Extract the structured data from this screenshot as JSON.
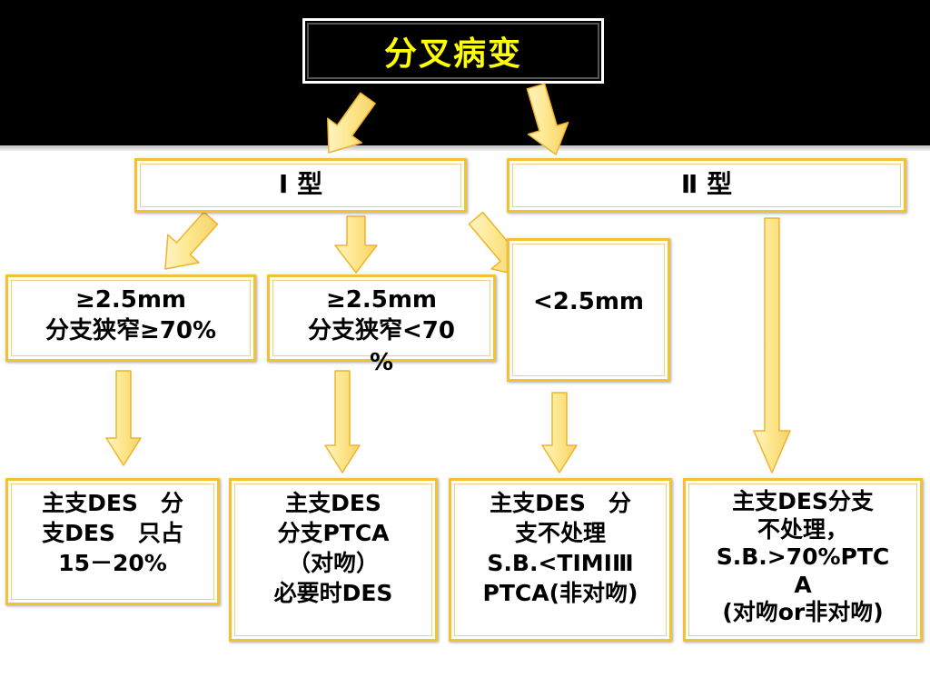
{
  "title": "分叉病变",
  "types": {
    "type1": "Ⅰ 型",
    "type2": "Ⅱ 型"
  },
  "criteria": [
    {
      "lines": [
        "≥2.5mm",
        "分支狭窄≥70%"
      ]
    },
    {
      "lines": [
        "≥2.5mm",
        "分支狭窄<70",
        "%"
      ]
    },
    {
      "lines": [
        "<2.5mm"
      ]
    }
  ],
  "treatments": [
    {
      "lines": [
        "主支DES　分",
        "支DES　只占",
        "15－20%"
      ]
    },
    {
      "lines": [
        "主支DES",
        "分支PTCA",
        "（对吻）",
        "必要时DES"
      ]
    },
    {
      "lines": [
        " 主支DES　分",
        "支不处理",
        "S.B.<TIMIⅢ",
        "PTCA(非对吻)"
      ]
    },
    {
      "lines": [
        " 主支DES分支",
        "不处理，",
        "S.B.>70%PTC",
        "A",
        "(对吻or非对吻)"
      ]
    }
  ],
  "colors": {
    "arrow_fill": "#fde68a",
    "arrow_stroke": "#f0b429",
    "box_border": "#f2c230",
    "title_text": "#ffff00",
    "header_band": "#000000"
  }
}
